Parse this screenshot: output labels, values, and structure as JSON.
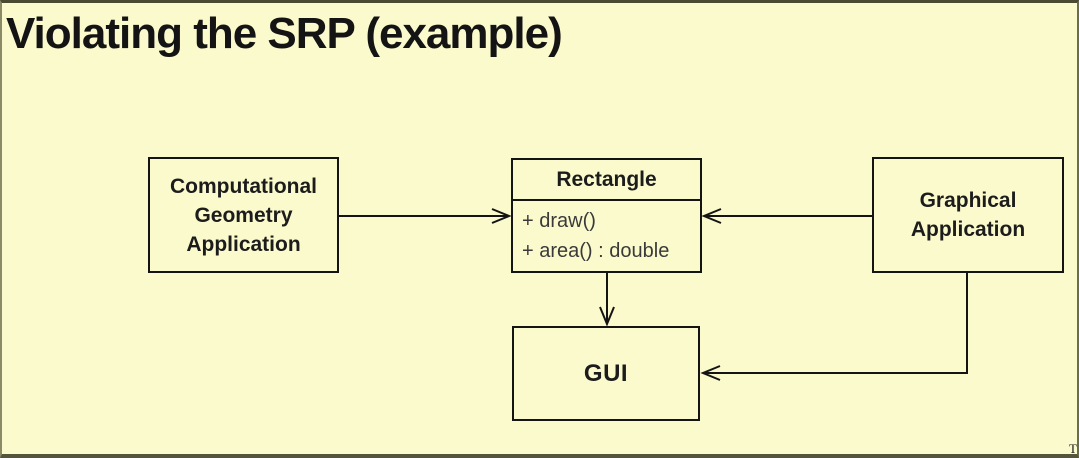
{
  "title": "Violating the SRP (example)",
  "colors": {
    "background": "#FBFACC",
    "frame": "#55553B",
    "box_border": "#141414",
    "label": "#1C1C1C",
    "member": "#3A3A3A"
  },
  "diagram": {
    "nodes": {
      "computational": {
        "label": "Computational\nGeometry\nApplication"
      },
      "rectangle": {
        "name": "Rectangle",
        "members": [
          "+ draw()",
          "+ area() : double"
        ]
      },
      "graphical": {
        "label": "Graphical\nApplication"
      },
      "gui": {
        "label": "GUI"
      }
    },
    "edges": [
      {
        "from": "Computational Geometry Application",
        "to": "Rectangle",
        "style": "open-arrow"
      },
      {
        "from": "Graphical Application",
        "to": "Rectangle",
        "style": "open-arrow"
      },
      {
        "from": "Rectangle",
        "to": "GUI",
        "style": "open-arrow"
      },
      {
        "from": "Graphical Application",
        "to": "GUI",
        "style": "open-arrow"
      }
    ]
  },
  "artifact_glyph": "T"
}
